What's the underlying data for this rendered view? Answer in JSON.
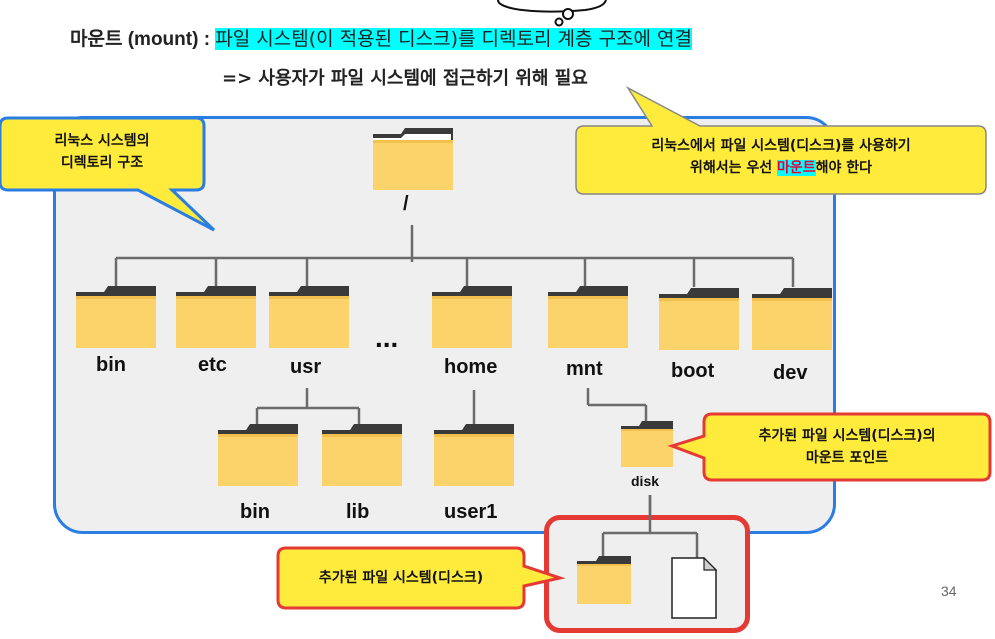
{
  "header": {
    "term": "마운트 (mount) : ",
    "definition": "파일 시스템(이 적용된 디스크)를 디렉토리 계층 구조에 연결",
    "reason": "=> 사용자가 파일 시스템에 접근하기 위해 필요"
  },
  "callouts": {
    "structure": [
      "리눅스 시스템의",
      "디렉토리 구조"
    ],
    "mount_note_line1": "리눅스에서 파일 시스템(디스크)를 사용하기",
    "mount_note_pre": "위해서는 우선 ",
    "mount_note_hl": "마운트",
    "mount_note_post": "해야 한다",
    "mount_point": [
      "추가된 파일 시스템(디스크)의",
      "마운트 포인트"
    ],
    "added_fs": "추가된 파일 시스템(디스크)"
  },
  "tree": {
    "root": "/",
    "level1": [
      "bin",
      "etc",
      "usr",
      "...",
      "home",
      "mnt",
      "boot",
      "dev"
    ],
    "usr_children": [
      "bin",
      "lib"
    ],
    "home_children": [
      "user1"
    ],
    "mnt_children": [
      "disk"
    ]
  },
  "colors": {
    "folder_body": "#fcd36a",
    "folder_tab": "#3a3a3a",
    "panel_border": "#2a7de1",
    "callout_yellow": "#ffeb3b",
    "callout_red_border": "#e53935",
    "highlight": "#00ffff"
  },
  "page_number": "34"
}
